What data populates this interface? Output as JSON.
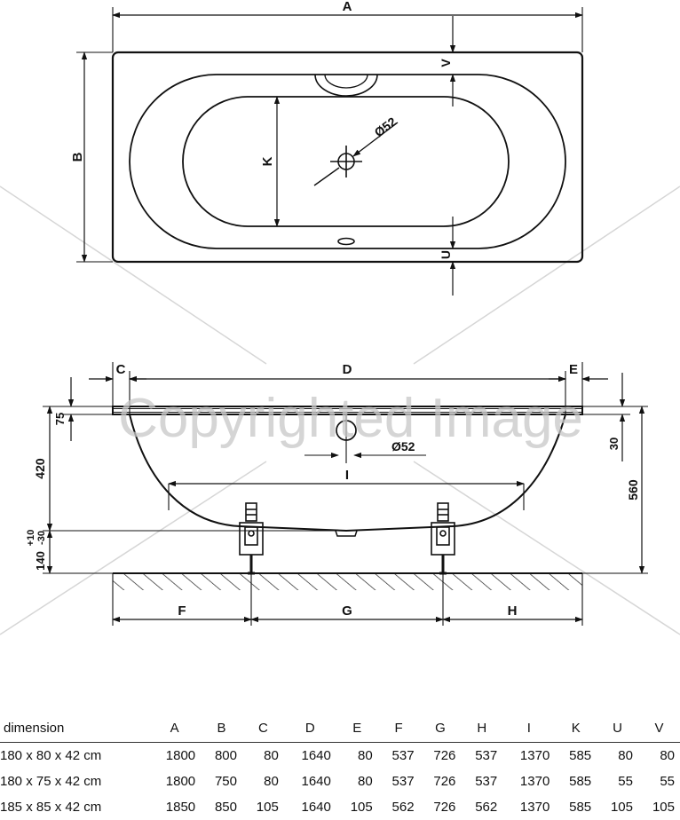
{
  "watermark": "Copyrighted Image",
  "top_view": {
    "labels": {
      "A": "A",
      "B": "B",
      "K": "K",
      "V": "V",
      "U": "U",
      "diameter": "Ø52"
    }
  },
  "side_view": {
    "labels": {
      "C": "C",
      "D": "D",
      "E": "E",
      "I": "I",
      "F": "F",
      "G": "G",
      "H": "H",
      "diameter": "Ø52",
      "h75": "75",
      "h420": "420",
      "h140": "140",
      "tol_plus": "+10",
      "tol_minus": "-30",
      "h30": "30",
      "h560": "560"
    }
  },
  "table": {
    "headers": [
      "dimension",
      "A",
      "B",
      "C",
      "D",
      "E",
      "F",
      "G",
      "H",
      "I",
      "K",
      "U",
      "V"
    ],
    "rows": [
      [
        "180 x 80 x 42 cm",
        "1800",
        "800",
        "80",
        "1640",
        "80",
        "537",
        "726",
        "537",
        "1370",
        "585",
        "80",
        "80"
      ],
      [
        "180 x 75 x 42 cm",
        "1800",
        "750",
        "80",
        "1640",
        "80",
        "537",
        "726",
        "537",
        "1370",
        "585",
        "55",
        "55"
      ],
      [
        "185 x 85 x 42 cm",
        "1850",
        "850",
        "105",
        "1640",
        "105",
        "562",
        "726",
        "562",
        "1370",
        "585",
        "105",
        "105"
      ]
    ]
  }
}
